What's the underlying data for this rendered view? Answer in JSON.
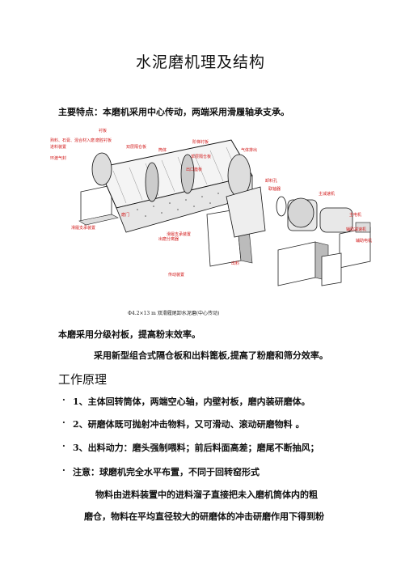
{
  "title": "水泥磨机理及结构",
  "main_features": "主要特点：本磨机采用中心传动，两端采用滑履轴承支承。",
  "diagram": {
    "caption": "Ф4.2×13 m 双滑履尾卸水泥磨(中心传动)",
    "labels": {
      "l1": "熟料、石膏、混合材入磨",
      "l2": "进料装置",
      "l3": "衬板",
      "l4": "环渡气封",
      "l5": "磨腔衬板",
      "l6": "双层隔仓板",
      "l7": "筒体",
      "l8": "阶梯衬板",
      "l9": "出口篦板",
      "l10": "单层隔仓板",
      "l11": "气体排出",
      "l12": "卸料孔",
      "l13": "磨门",
      "l14": "滑履支承装置",
      "l15": "传动装置",
      "l16": "联轴器",
      "l17": "主减速机",
      "l18": "主电机",
      "l19": "辅助减速机",
      "l20": "辅助电机",
      "l21": "出料",
      "l22": "滑履支承装置",
      "l23": "出磨分离器"
    }
  },
  "para1": "本磨采用分级衬板，提高粉末效率。",
  "para2": "采用新型组合式隔仓板和出料篦板,提高了粉磨和筛分效率。",
  "principle_heading": "工作原理",
  "bullets": [
    "1、主体回转筒体，两端空心轴，内壁衬板，磨内装研磨体。",
    "2、研磨体既可抛射冲击物料，又可滑动、滚动研磨物料 。",
    "3、出料动力：磨头强制喂料；前后料面高差；磨尾不断抽风；",
    "注意：球磨机完全水平布置，不同于回转窑形式"
  ],
  "bullet_symbol": "·",
  "body_lines": [
    "物料由进料装置中的进料溜子直接把未入磨机筒体内的粗",
    "磨仓，物料在平均直径较大的研磨体的冲击研磨作用下得到粉"
  ]
}
